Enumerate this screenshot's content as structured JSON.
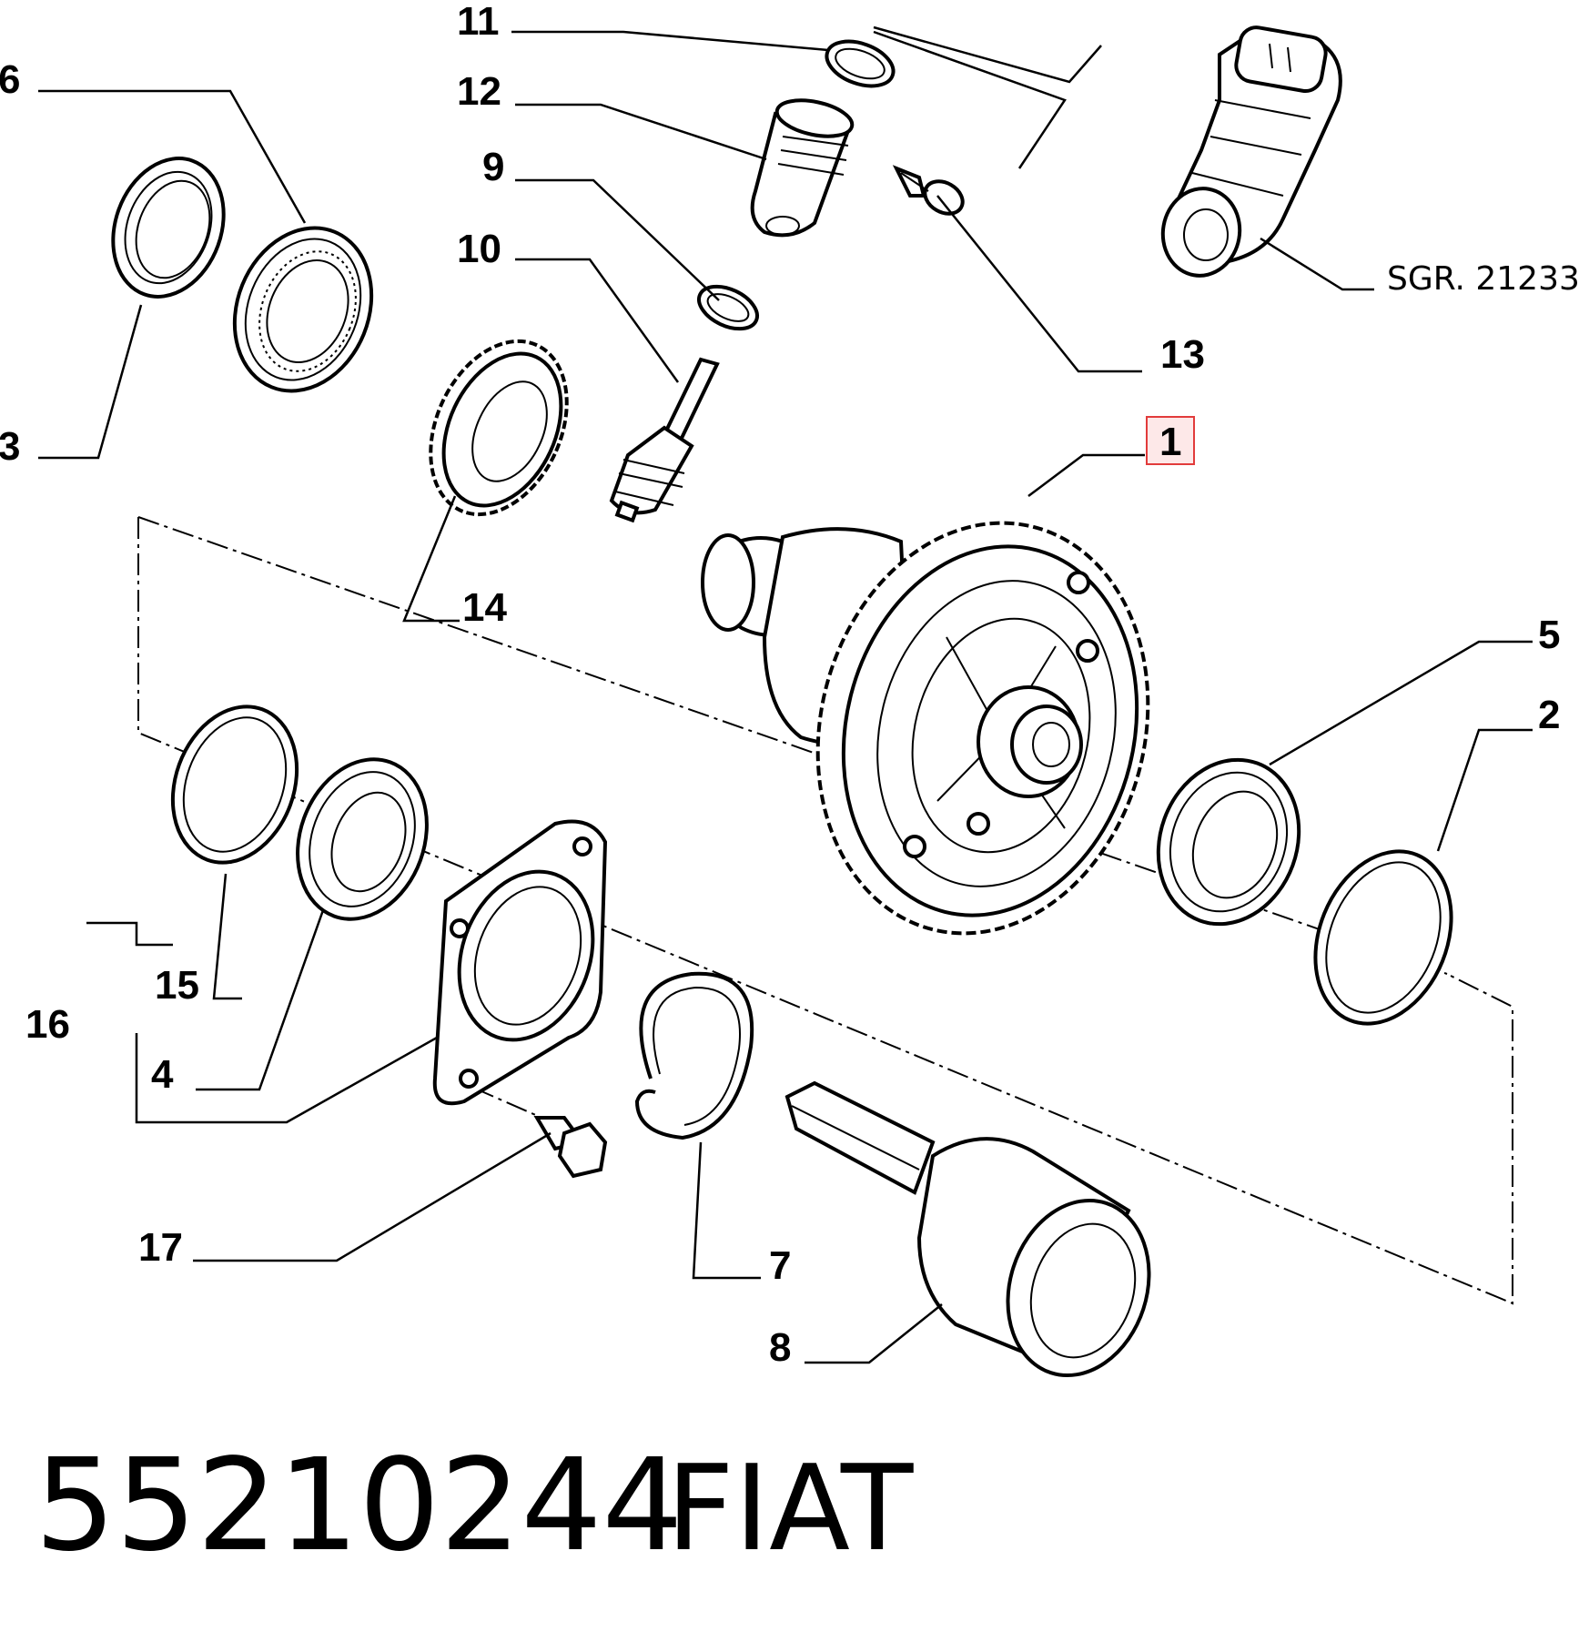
{
  "diagram": {
    "callouts": {
      "c1": "1",
      "c2": "2",
      "c3": "3",
      "c4": "4",
      "c5": "5",
      "c6": "6",
      "c7": "7",
      "c8": "8",
      "c9": "9",
      "c10": "10",
      "c11": "11",
      "c12": "12",
      "c13": "13",
      "c14": "14",
      "c15": "15",
      "c16": "16",
      "c17": "17"
    },
    "reference": "SGR. 21233",
    "highlight_color": "#e23b3b"
  },
  "footer": {
    "part_number": "55210244",
    "brand": "FIAT"
  }
}
